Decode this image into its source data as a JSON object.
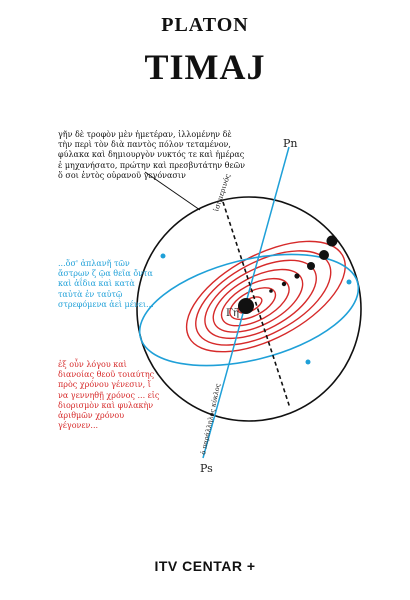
{
  "cover": {
    "author": "PLATON",
    "title": "TIMAJ",
    "publisher": "ITV CENTAR +"
  },
  "quotes": {
    "black": "γῆν δὲ τροφὸν μὲν ἡμετέραν, ἰλλομένην δὲ τὴν περὶ τὸν διὰ παντὸς πόλον τεταμένον, φύλακα καὶ δημιουργὸν νυκτός τε καὶ ἡμέρας ἐ μηχανήσατο, πρώτην καὶ πρεσβυτάτην θεῶν ὅ σοι ἐντὸς οὐρανοῦ γεγόνασιν",
    "blue": "...ὅσ' ἀπλανῆ τῶν ἄστρων ζ ῷα θεῖα ὄντα καὶ ἀΐδια καὶ κατὰ ταὐτὰ ἐν ταὐτῷ στρεφόμενα ἀεὶ μένει...",
    "red": "ἐξ οὖν λόγου καὶ διανοίας θεοῦ τοιαύτης πρὸς χρόνου γένεσιν, ἵ να γεννηθῇ χρόνος ... εἰς διορισμὸν καὶ φυλακὴν ἀριθμῶν χρόνου γέγονεν..."
  },
  "diagram": {
    "north_pole_label": "Pn",
    "south_pole_label": "Ps",
    "earth_label": "Γῆ",
    "dashed_axis_label": "ἰσημερινός",
    "solid_axis_label": "ὁ παράλληλος κύκλος",
    "colors": {
      "ink": "#111111",
      "celestial": "#1fa0d8",
      "planetary": "#d62a2a"
    }
  }
}
